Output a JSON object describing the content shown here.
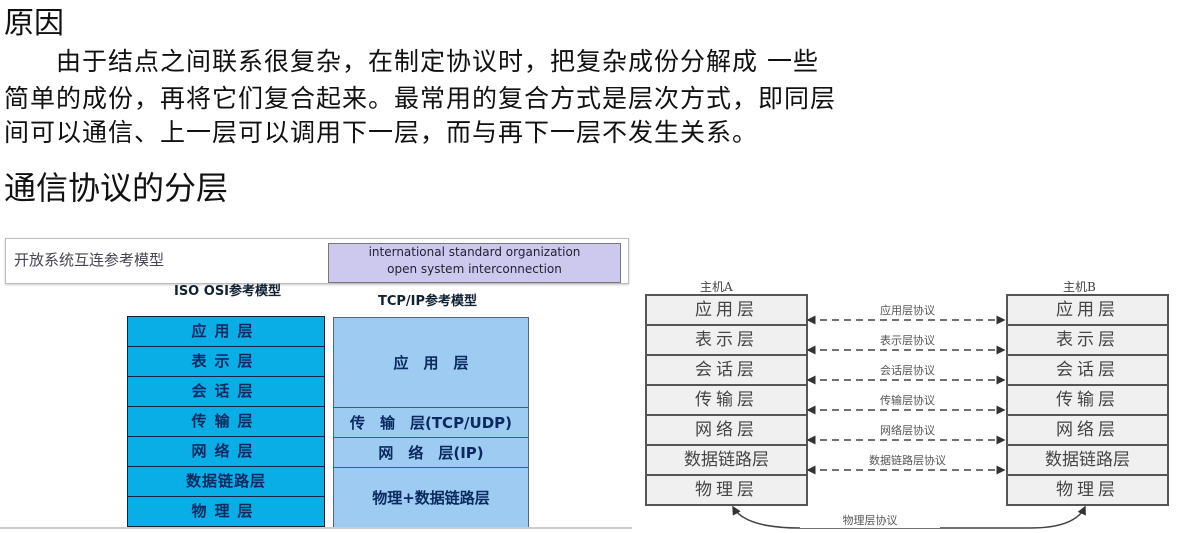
{
  "title": "原因",
  "paragraph": [
    "　　由于结点之间联系很复杂，在制定协议时，把复杂成份分解成 一些",
    "简单的成份，再将它们复合起来。最常用的复合方式是层次方式，即同层",
    "间可以通信、上一层可以调用下一层，而与再下一层不发生关系。"
  ],
  "section_title": "通信协议的分层",
  "left_diagram": {
    "banner": "开放系统互连参考模型",
    "banner_en": [
      "international standard organization",
      "open system interconnection"
    ],
    "osi_title": "ISO OSI参考模型",
    "tcp_title": "TCP/IP参考模型",
    "osi_layers": [
      "应用层",
      "表示层",
      "会话层",
      "传输层",
      "网络层",
      "数据链路层",
      "物理层"
    ],
    "tcp_layers": [
      "应　用　层",
      "传　输　层(TCP/UDP)",
      "网　络　层(IP)",
      "物理+数据链路层"
    ],
    "colors": {
      "osi": "#0aaee6",
      "tcp": "#9ecbf2",
      "banner_en_bg": "#ccc8ee"
    }
  },
  "right_diagram": {
    "host_a": "主机A",
    "host_b": "主机B",
    "layers": [
      "应用层",
      "表示层",
      "会话层",
      "传输层",
      "网络层",
      "数据链路层",
      "物理层"
    ],
    "protocols": [
      "应用层协议",
      "表示层协议",
      "会话层协议",
      "传输层协议",
      "网络层协议",
      "数据链路层协议"
    ],
    "physical_protocol": "物理层协议"
  }
}
